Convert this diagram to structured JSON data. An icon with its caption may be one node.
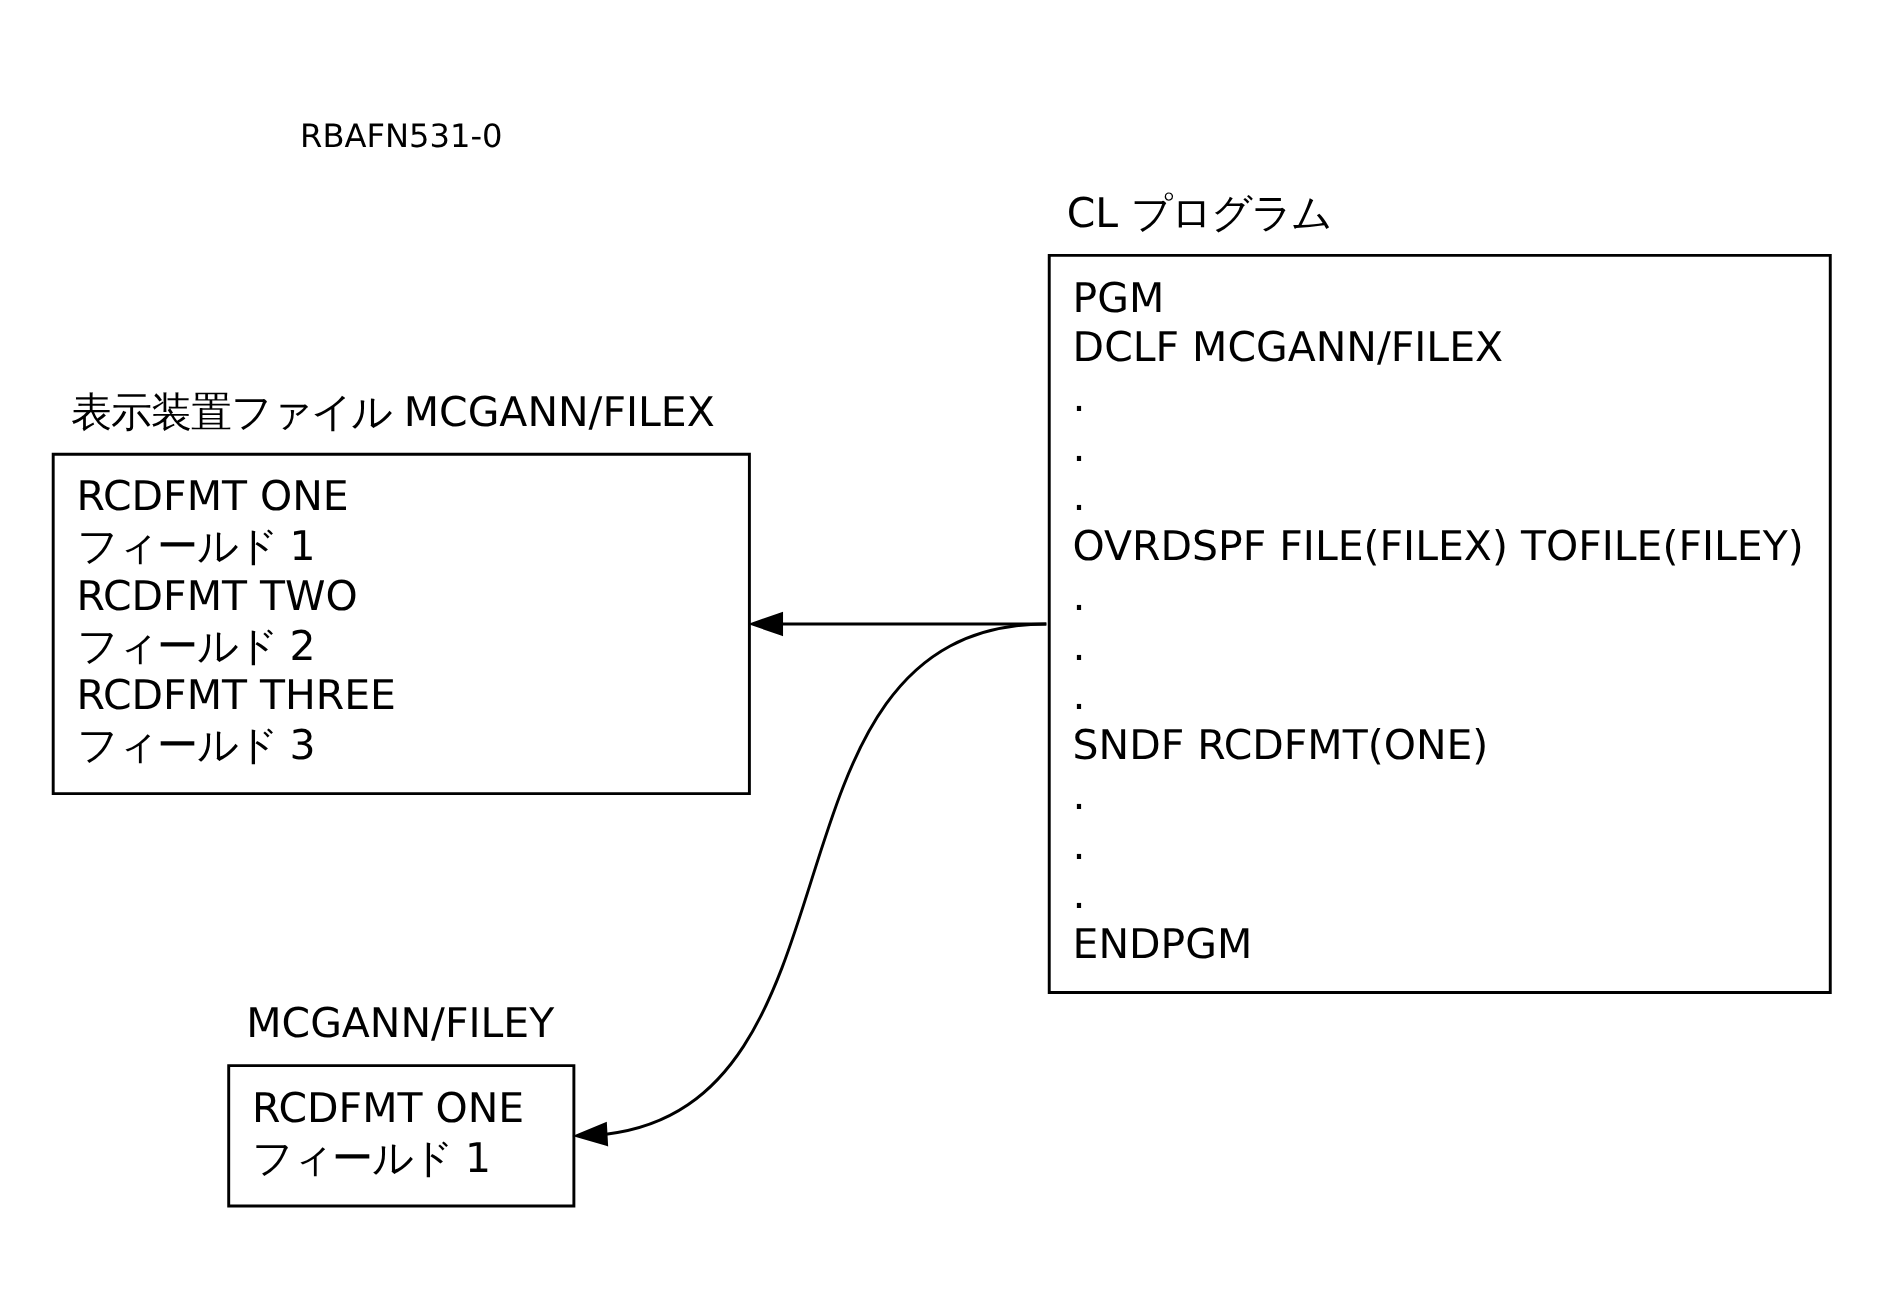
{
  "diagram": {
    "nodes": [
      {
        "text": [
          "表示装置ファイル MCGANN/FILEX",
          "RCDFMT ONE",
          "フィールド 1",
          "RCDFMT TWO",
          "フィールド 2",
          "RCDFMT THREE",
          "フィールド 3"
        ]
      },
      {
        "text": [
          "MCGANN/FILEY",
          "RCDFMT ONE",
          "フィールド 1"
        ]
      },
      {
        "text": [
          "CL プログラム",
          "PGM",
          "DCLF MCGANN/FILEX",
          ".",
          ".",
          ".",
          "OVRDSPF FILE(FILEX) TOFILE(FILEY)",
          ".",
          ".",
          ".",
          "SNDF RCDFMT(ONE)",
          ".",
          ".",
          ".",
          "ENDPGM"
        ]
      }
    ],
    "edges": [
      {
        "from": 2,
        "to": 0,
        "arrow": "to"
      },
      {
        "from": 2,
        "to": 1,
        "arrow": "to"
      }
    ],
    "labels": [
      "RBAFN531-0"
    ]
  }
}
